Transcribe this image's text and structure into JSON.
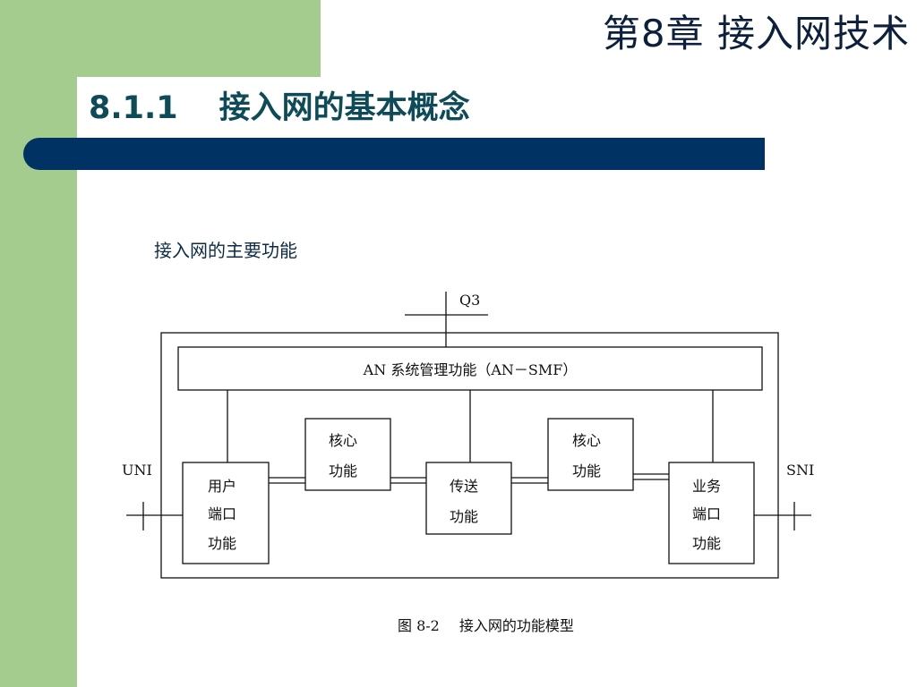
{
  "header": {
    "chapter_title": "第8章 接入网技术",
    "section_number": "8.1.1",
    "section_title": "接入网的基本概念"
  },
  "content": {
    "subtitle": "接入网的主要功能"
  },
  "diagram": {
    "q3_label": "Q3",
    "uni_label": "UNI",
    "sni_label": "SNI",
    "smf_label": "AN 系统管理功能（AN－SMF）",
    "user_port": [
      "用户",
      "端口",
      "功能"
    ],
    "core_left": [
      "核心",
      "功能"
    ],
    "transport": [
      "传送",
      "功能"
    ],
    "core_right": [
      "核心",
      "功能"
    ],
    "service_port": [
      "业务",
      "端口",
      "功能"
    ]
  },
  "caption": {
    "figure_number": "图 8-2",
    "figure_title": "接入网的功能模型"
  },
  "colors": {
    "green_band": "#a3cc8e",
    "title_bar": "#003263",
    "section_title": "#0e4b58"
  }
}
